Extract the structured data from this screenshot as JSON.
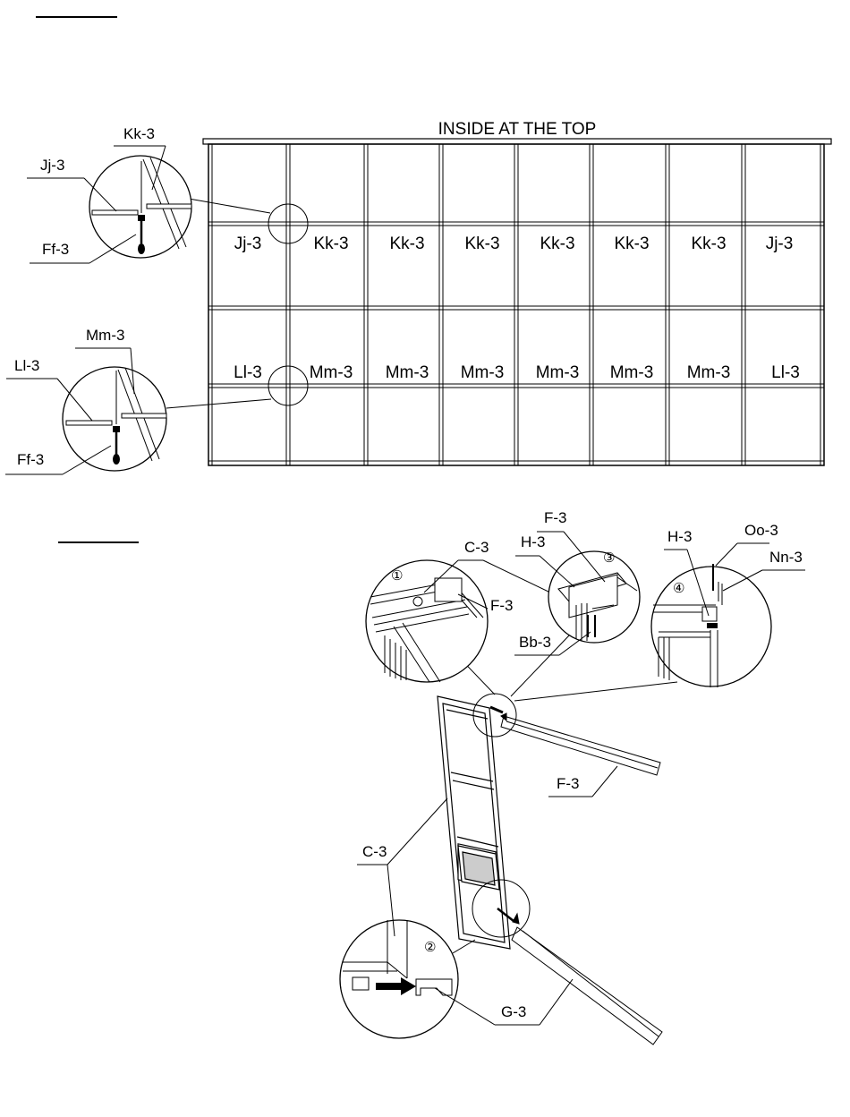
{
  "top_diagram": {
    "title": "INSIDE AT THE TOP",
    "upper_row_labels": [
      "Jj-3",
      "Kk-3",
      "Kk-3",
      "Kk-3",
      "Kk-3",
      "Kk-3",
      "Kk-3",
      "Jj-3"
    ],
    "lower_row_labels": [
      "Ll-3",
      "Mm-3",
      "Mm-3",
      "Mm-3",
      "Mm-3",
      "Mm-3",
      "Mm-3",
      "Ll-3"
    ],
    "detail_1_callouts": {
      "top": "Kk-3",
      "left": "Jj-3",
      "bottom": "Ff-3"
    },
    "detail_2_callouts": {
      "top": "Mm-3",
      "left": "Ll-3",
      "bottom": "Ff-3"
    }
  },
  "bottom_diagram": {
    "callouts": {
      "d1_part": "C-3",
      "d1_right": "F-3",
      "d3_top": "F-3",
      "d3_left": "H-3",
      "d3_bottom": "Bb-3",
      "d4_left": "H-3",
      "d4_top": "Oo-3",
      "d4_right": "Nn-3",
      "rail_label": "F-3",
      "door_label": "C-3",
      "bottom_rail_label": "G-3"
    },
    "step_numbers": [
      "①",
      "②",
      "③",
      "④"
    ]
  }
}
